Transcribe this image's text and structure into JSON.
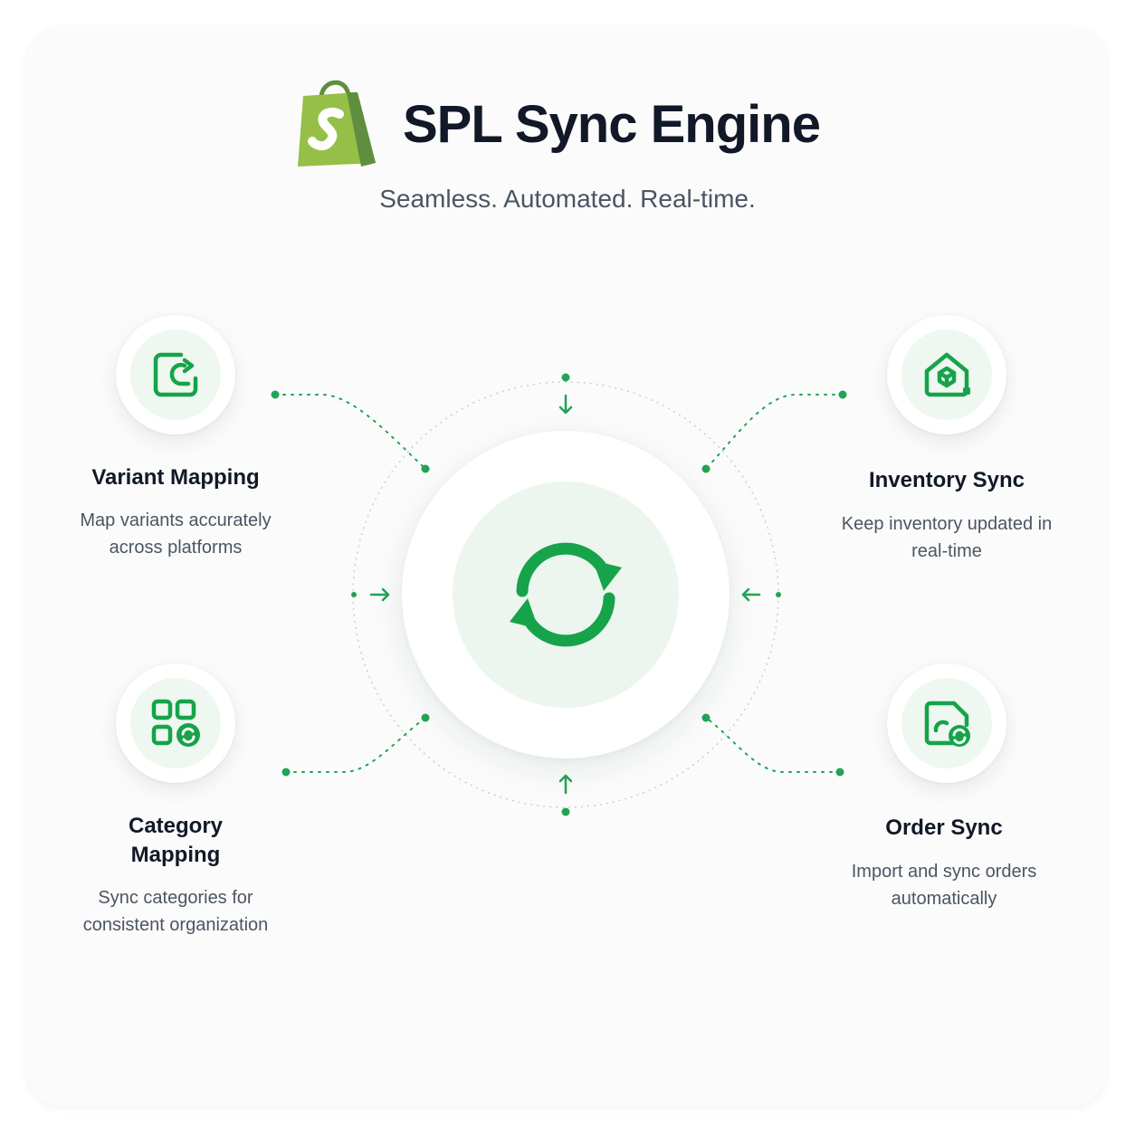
{
  "header": {
    "title": "SPL Sync Engine",
    "subtitle": "Seamless. Automated. Real-time.",
    "logo_icon": "shopping-bag-logo-icon"
  },
  "hub": {
    "icon": "sync-arrows-icon"
  },
  "features": [
    {
      "title": "Variant Mapping",
      "description": "Map variants accurately across platforms",
      "icon": "variant-mapping-icon"
    },
    {
      "title": "Inventory Sync",
      "description": "Keep inventory updated in real-time",
      "icon": "inventory-box-icon"
    },
    {
      "title": "Category Mapping",
      "description": "Sync categories for consistent organization",
      "icon": "category-grid-icon"
    },
    {
      "title": "Order Sync",
      "description": "Import and sync orders automatically",
      "icon": "order-sync-icon"
    }
  ],
  "colors": {
    "accent": "#16a34a",
    "accent_dark": "#15803d",
    "logo_green": "#7ab648",
    "title_text": "#111827",
    "body_text": "#4b5563"
  }
}
